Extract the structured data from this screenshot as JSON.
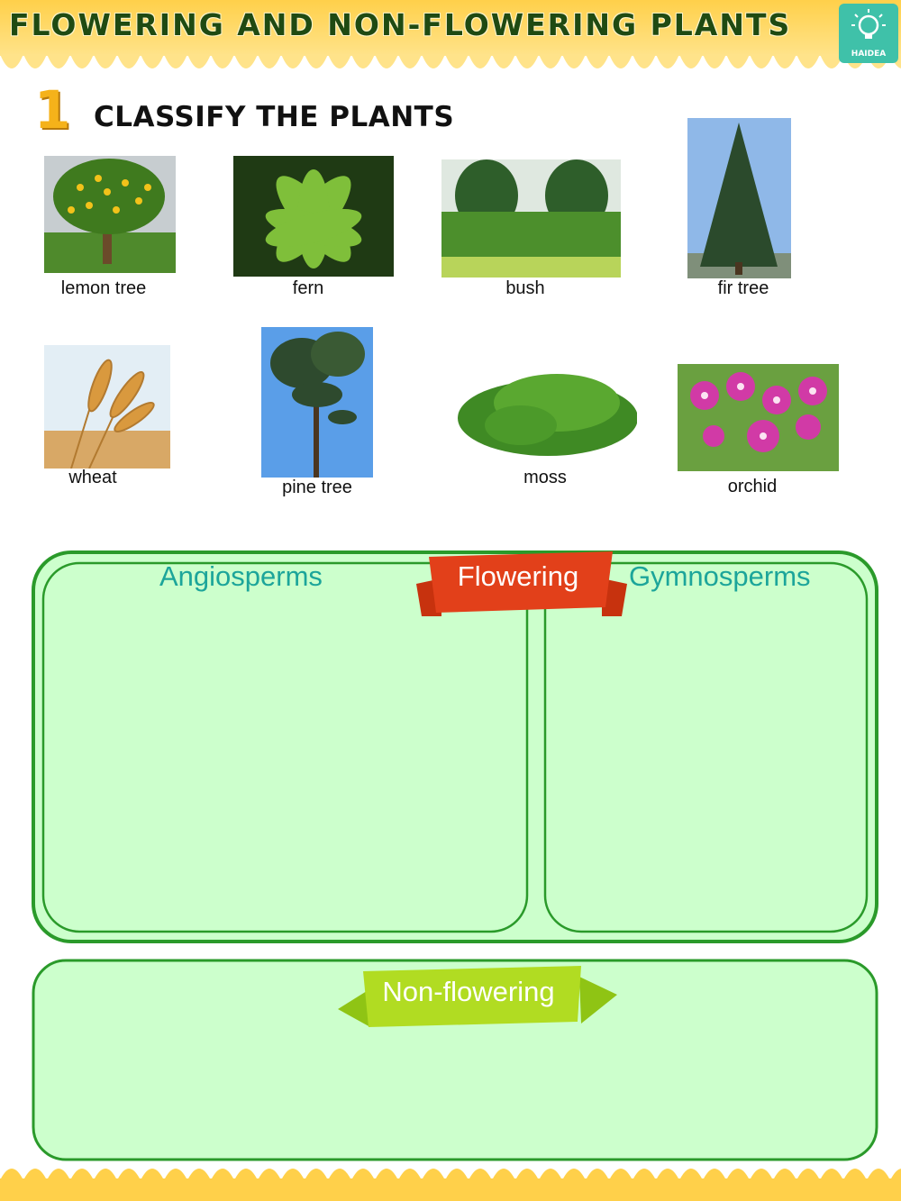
{
  "header": {
    "title": "FLOWERING AND NON-FLOWERING PLANTS",
    "logo_text": "HAIDEA",
    "logo_icon": "lightbulb-icon"
  },
  "section": {
    "number": "1",
    "title": "CLASSIFY THE PLANTS"
  },
  "plants": [
    {
      "label": "lemon tree"
    },
    {
      "label": "fern"
    },
    {
      "label": "bush"
    },
    {
      "label": "fir tree"
    },
    {
      "label": "wheat"
    },
    {
      "label": "pine tree"
    },
    {
      "label": "moss"
    },
    {
      "label": "orchid"
    }
  ],
  "flowering_box": {
    "ribbon_label": "Flowering",
    "left_title": "Angiosperms",
    "right_title": "Gymnosperms",
    "fill_color": "#ccffcc",
    "border_color": "#2a9a2a",
    "ribbon_color": "#e2401a"
  },
  "non_flowering_box": {
    "ribbon_label": "Non-flowering",
    "ribbon_color": "#a6d81a"
  }
}
